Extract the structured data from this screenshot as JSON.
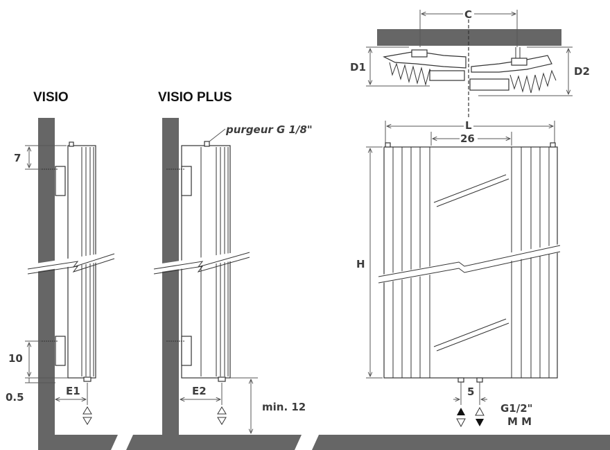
{
  "colors": {
    "wall": "#666666",
    "line": "#333333",
    "text": "#3c3c3c",
    "background": "#ffffff"
  },
  "views": {
    "visio": {
      "title": "VISIO",
      "dim_top": "7",
      "dim_bottom": "10",
      "dim_floor": "0.5",
      "dim_depth": "E1"
    },
    "visio_plus": {
      "title": "VISIO PLUS",
      "bleeder_note": "purgeur G 1/8\"",
      "dim_depth": "E2",
      "dim_floor_gap": "min. 12"
    },
    "front": {
      "dim_height": "H",
      "dim_length": "L",
      "dim_center_width": "26",
      "dim_pipe_spacing": "5",
      "connection": "G1/2\"",
      "connection_type": "M M"
    },
    "top": {
      "dim_axis": "C",
      "dim_depth_1": "D1",
      "dim_depth_2": "D2"
    }
  },
  "icons": [
    "flow-outline-arrows-icon",
    "flow-filled-arrows-icon",
    "break-line-icon"
  ]
}
